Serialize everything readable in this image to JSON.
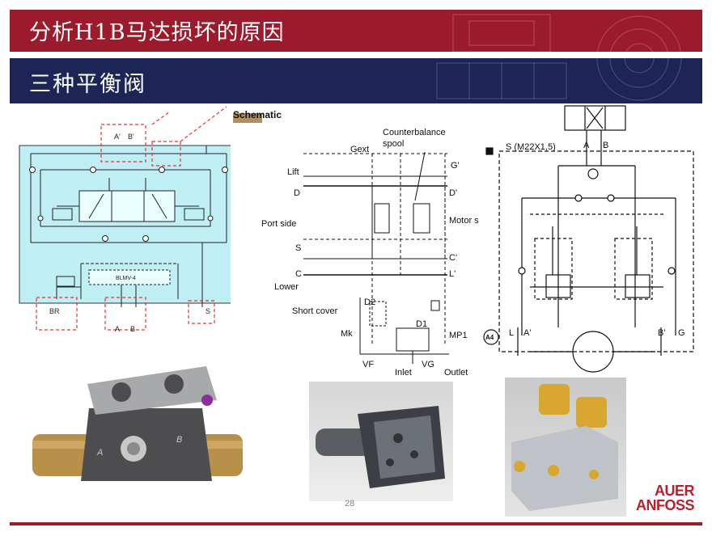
{
  "slide": {
    "title": "分析H1B马达损坏的原因",
    "subtitle": "三种平衡阀",
    "page_number": "28"
  },
  "colors": {
    "title_bar": "#9b1b2d",
    "subtitle_bar": "#1d2456",
    "schematic_bg": "#bfeff5",
    "callout": "#e8312f"
  },
  "left_schematic": {
    "labels": {
      "a_top": "A'",
      "b_top": "B'",
      "valve": "BLMV-4",
      "br": "BR",
      "a_bottom": "A",
      "b_bottom": "B",
      "s": "S"
    }
  },
  "center_schematic": {
    "header": "Schematic",
    "labels": {
      "counterbalance_1": "Counterbalance",
      "counterbalance_2": "spool",
      "gext": "Gext",
      "g_prime": "G'",
      "lift": "Lift",
      "d": "D",
      "d_prime": "D'",
      "port_side": "Port side",
      "motor": "Motor s",
      "s": "S",
      "c_prime": "C'",
      "c": "C",
      "l_prime": "L'",
      "lower": "Lower",
      "d2": "D2",
      "short_cover": "Short cover",
      "d1": "D1",
      "mk": "Mk",
      "mp1": "MP1",
      "vf": "VF",
      "inlet": "Inlet",
      "vg": "VG",
      "outlet": "Outlet"
    }
  },
  "right_schematic": {
    "labels": {
      "s_port": "S (M22X1,5)",
      "a": "A",
      "b": "B",
      "l": "L",
      "a_prime": "A'",
      "b_prime": "B'",
      "g": "G",
      "a4": "A4"
    }
  },
  "photo_left": {
    "label_a": "A",
    "label_b": "B"
  },
  "logo": {
    "line1": "AUER",
    "line2": "ANFOSS"
  }
}
